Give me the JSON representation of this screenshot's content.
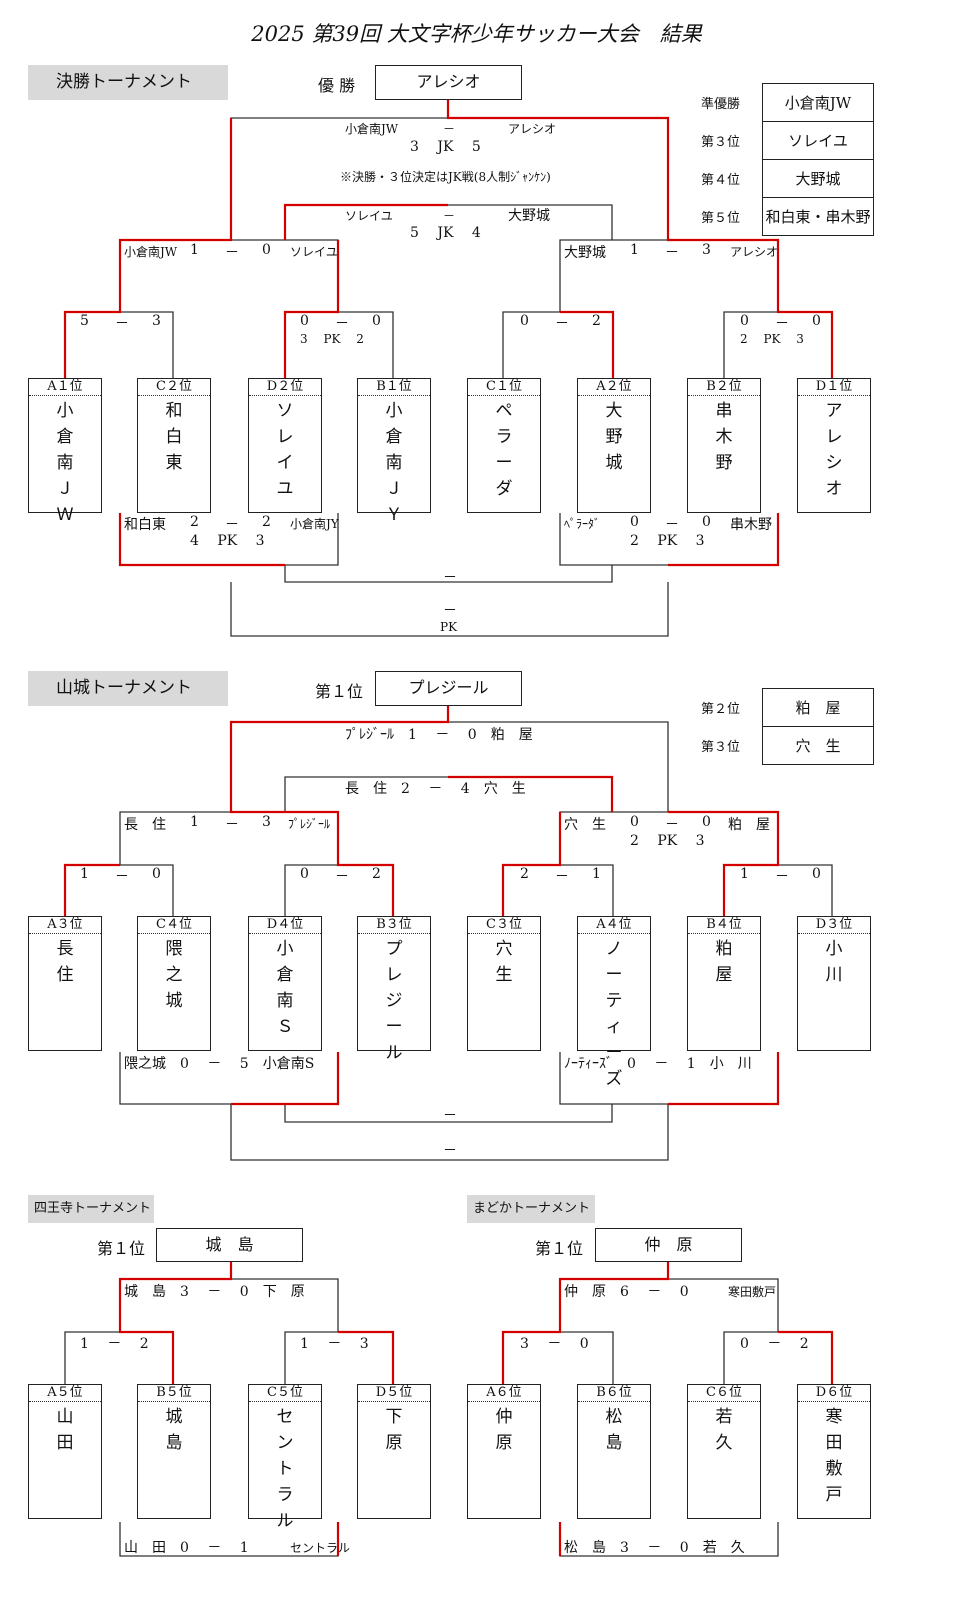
{
  "title": "2025 第39回 大文字杯少年サッカー大会　結果",
  "final": {
    "section": "決勝トーナメント",
    "winner_label": "優 勝",
    "winner": "アレシオ",
    "note": "※決勝・３位決定はJK戦(8人制ｼﾞｬﾝｹﾝ)",
    "standings": [
      {
        "k": "準優勝",
        "v": "小倉南JW"
      },
      {
        "k": "第３位",
        "v": "ソレイユ"
      },
      {
        "k": "第４位",
        "v": "大野城"
      },
      {
        "k": "第５位",
        "v": "和白東・串木野"
      }
    ],
    "teams": [
      {
        "seed": "A１位",
        "name": "小倉南ＪＷ"
      },
      {
        "seed": "C２位",
        "name": "和白東"
      },
      {
        "seed": "D２位",
        "name": "ソレイユ"
      },
      {
        "seed": "B１位",
        "name": "小倉南ＪＹ"
      },
      {
        "seed": "C１位",
        "name": "ペラーダ"
      },
      {
        "seed": "A２位",
        "name": "大野城"
      },
      {
        "seed": "B２位",
        "name": "串木野"
      },
      {
        "seed": "D１位",
        "name": "アレシオ"
      }
    ],
    "r1": [
      {
        "a": "5",
        "dash": "－",
        "b": "3"
      },
      {
        "a": "0",
        "dash": "－",
        "b": "0",
        "pk": "3　 PK　 2"
      },
      {
        "a": "0",
        "dash": "－",
        "b": "2"
      },
      {
        "a": "0",
        "dash": "－",
        "b": "0",
        "pk": "2　 PK　 3"
      }
    ],
    "sf_left": {
      "t1": "小倉南JW",
      "a": "1",
      "dash": "－",
      "b": "0",
      "t2": "ソレイユ"
    },
    "sf_right": {
      "t1": "大野城",
      "a": "1",
      "dash": "－",
      "b": "3",
      "t2": "アレシオ"
    },
    "final_match": {
      "t1": "小倉南JW",
      "dash": "－",
      "t2": "アレシオ",
      "score": "3　 JK　 5"
    },
    "third_match": {
      "t1": "ソレイユ",
      "dash": "－",
      "t2": "大野城",
      "score": "5　 JK　 4"
    },
    "cons_left": {
      "t1": "和白東",
      "a": "2",
      "dash": "－",
      "b": "2",
      "t2": "小倉南JY",
      "pk": "4　 PK　 3"
    },
    "cons_right": {
      "t1": "ﾍﾟﾗｰﾀﾞ",
      "a": "0",
      "dash": "－",
      "b": "0",
      "t2": "串木野",
      "pk": "2　 PK　 3"
    },
    "cons_mid": "－",
    "cons_bottom": "－",
    "cons_bottom_pk": "PK"
  },
  "yamashiro": {
    "section": "山城トーナメント",
    "winner_label": "第１位",
    "winner": "プレジール",
    "standings": [
      {
        "k": "第２位",
        "v": "粕　屋"
      },
      {
        "k": "第３位",
        "v": "穴　生"
      }
    ],
    "teams": [
      {
        "seed": "A３位",
        "name": "長　住"
      },
      {
        "seed": "C４位",
        "name": "隈之城"
      },
      {
        "seed": "D４位",
        "name": "小倉南Ｓ"
      },
      {
        "seed": "B３位",
        "name": "プレジール"
      },
      {
        "seed": "C３位",
        "name": "穴　生"
      },
      {
        "seed": "A４位",
        "name": "ノーティーズ"
      },
      {
        "seed": "B４位",
        "name": "粕　屋"
      },
      {
        "seed": "D３位",
        "name": "小　川"
      }
    ],
    "r1": [
      {
        "a": "1",
        "dash": "－",
        "b": "0"
      },
      {
        "a": "0",
        "dash": "－",
        "b": "2"
      },
      {
        "a": "2",
        "dash": "－",
        "b": "1"
      },
      {
        "a": "1",
        "dash": "－",
        "b": "0"
      }
    ],
    "sf_left": {
      "t1": "長　住",
      "a": "1",
      "dash": "－",
      "b": "3",
      "t2": "ﾌﾟﾚｼﾞｰﾙ"
    },
    "sf_right": {
      "t1": "穴　生",
      "a": "0",
      "dash": "－",
      "b": "0",
      "t2": "粕　屋",
      "pk": "2　 PK　 3"
    },
    "final_match": "ﾌﾟﾚｼﾞｰﾙ　1　 －　 0　粕　屋",
    "third_match": "長　住　2　 －　 4　穴　生",
    "cons_left": "隈之城　0　 －　 5　小倉南S",
    "cons_right": "ﾉｰﾃｨｰｽﾞ　0　 －　 1　小　川",
    "cons_mid": "－",
    "cons_bottom": "－"
  },
  "shiouji": {
    "section": "四王寺トーナメント",
    "winner_label": "第１位",
    "winner": "城　島",
    "teams": [
      {
        "seed": "A５位",
        "name": "山　田"
      },
      {
        "seed": "B５位",
        "name": "城　島"
      },
      {
        "seed": "C５位",
        "name": "セントラル"
      },
      {
        "seed": "D５位",
        "name": "下　原"
      }
    ],
    "r1": [
      "1　 －　 2",
      "1　 －　 3"
    ],
    "final_match": "城　島　3　 －　 0　下　原",
    "cons": "山　田　0　 －　 1",
    "cons_t2": "セントラル"
  },
  "madoka": {
    "section": "まどかトーナメント",
    "winner_label": "第１位",
    "winner": "仲　原",
    "teams": [
      {
        "seed": "A６位",
        "name": "仲　原"
      },
      {
        "seed": "B６位",
        "name": "松　島"
      },
      {
        "seed": "C６位",
        "name": "若　久"
      },
      {
        "seed": "D６位",
        "name": "寒田敷戸"
      }
    ],
    "r1": [
      "3　 －　 0",
      "0　 －　 2"
    ],
    "final_match": "仲　原　6　 －　 0",
    "final_t2": "寒田敷戸",
    "cons": "松　島　3　 －　 0　若　久"
  }
}
